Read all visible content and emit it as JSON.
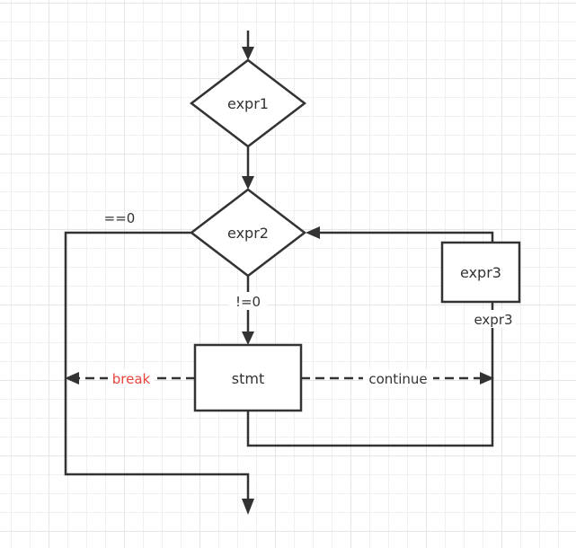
{
  "diagram": {
    "type": "flowchart",
    "title": "for loop control flow",
    "colors": {
      "stroke": "#333333",
      "text": "#333333",
      "break_label": "#e8453c",
      "background": "#ffffff",
      "grid": "#ebebeb"
    },
    "nodes": {
      "expr1": {
        "shape": "diamond",
        "label": "expr1"
      },
      "expr2": {
        "shape": "diamond",
        "label": "expr2"
      },
      "stmt": {
        "shape": "rectangle",
        "label": "stmt"
      },
      "expr3": {
        "shape": "rectangle",
        "label": "expr3"
      }
    },
    "edges": {
      "entry": {
        "from": "start",
        "to": "expr1",
        "style": "solid",
        "label": ""
      },
      "expr1_to_expr2": {
        "from": "expr1",
        "to": "expr2",
        "style": "solid",
        "label": ""
      },
      "false_exit": {
        "from": "expr2",
        "to": "exit",
        "style": "solid",
        "label": "==0"
      },
      "true_branch": {
        "from": "expr2",
        "to": "stmt",
        "style": "solid",
        "label": "!=0"
      },
      "break": {
        "from": "stmt",
        "to": "exit-path",
        "style": "dashed",
        "label": "break"
      },
      "continue": {
        "from": "stmt",
        "to": "expr3-path",
        "style": "dashed",
        "label": "continue"
      },
      "stmt_to_expr3": {
        "from": "stmt",
        "to": "expr3",
        "style": "solid",
        "label": "expr3"
      },
      "expr3_to_expr2": {
        "from": "expr3",
        "to": "expr2",
        "style": "solid",
        "label": ""
      }
    }
  }
}
